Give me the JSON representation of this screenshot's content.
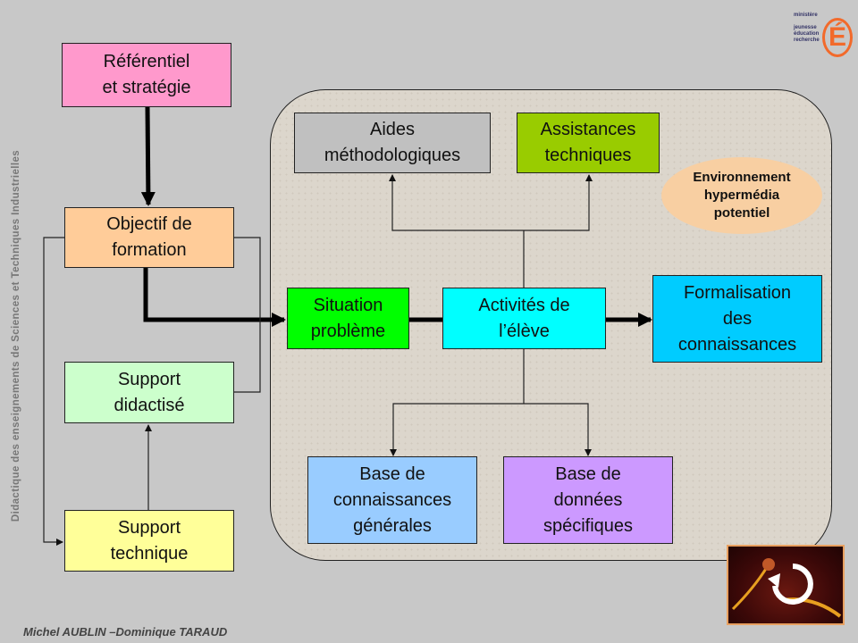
{
  "side_title": "Didactique des enseignements de Sciences et Techniques Industrielles",
  "footer_authors": "Michel AUBLIN –Dominique TARAUD",
  "logo": {
    "line1": "ministère",
    "line2": "jeunesse\néducation\nrecherche",
    "mark": "É"
  },
  "environment_label": "Environnement\nhypermédia\npotentiel",
  "boxes": {
    "referentiel": {
      "label": "Référentiel\net stratégie",
      "color": "#ff99cc"
    },
    "objectif": {
      "label": "Objectif de\nformation",
      "color": "#ffcc99"
    },
    "support_didactise": {
      "label": "Support\ndidactisé",
      "color": "#ccffcc"
    },
    "support_technique": {
      "label": "Support\ntechnique",
      "color": "#ffff99"
    },
    "aides": {
      "label": "Aides\nméthodologiques",
      "color": "#c0c0c0"
    },
    "assistances": {
      "label": "Assistances\ntechniques",
      "color": "#99cc00"
    },
    "situation": {
      "label": "Situation\nproblème",
      "color": "#00ff00"
    },
    "activites": {
      "label": "Activités de\nl’élève",
      "color": "#00ffff"
    },
    "formalisation": {
      "label": "Formalisation\ndes\nconnaissances",
      "color": "#00ccff"
    },
    "base_generales": {
      "label": "Base de\nconnaissances\ngénérales",
      "color": "#99ccff"
    },
    "base_specifiques": {
      "label": "Base de\ndonnées\nspécifiques",
      "color": "#cc99ff"
    }
  },
  "icons": {
    "photo": "cycle-arrow-icon"
  }
}
